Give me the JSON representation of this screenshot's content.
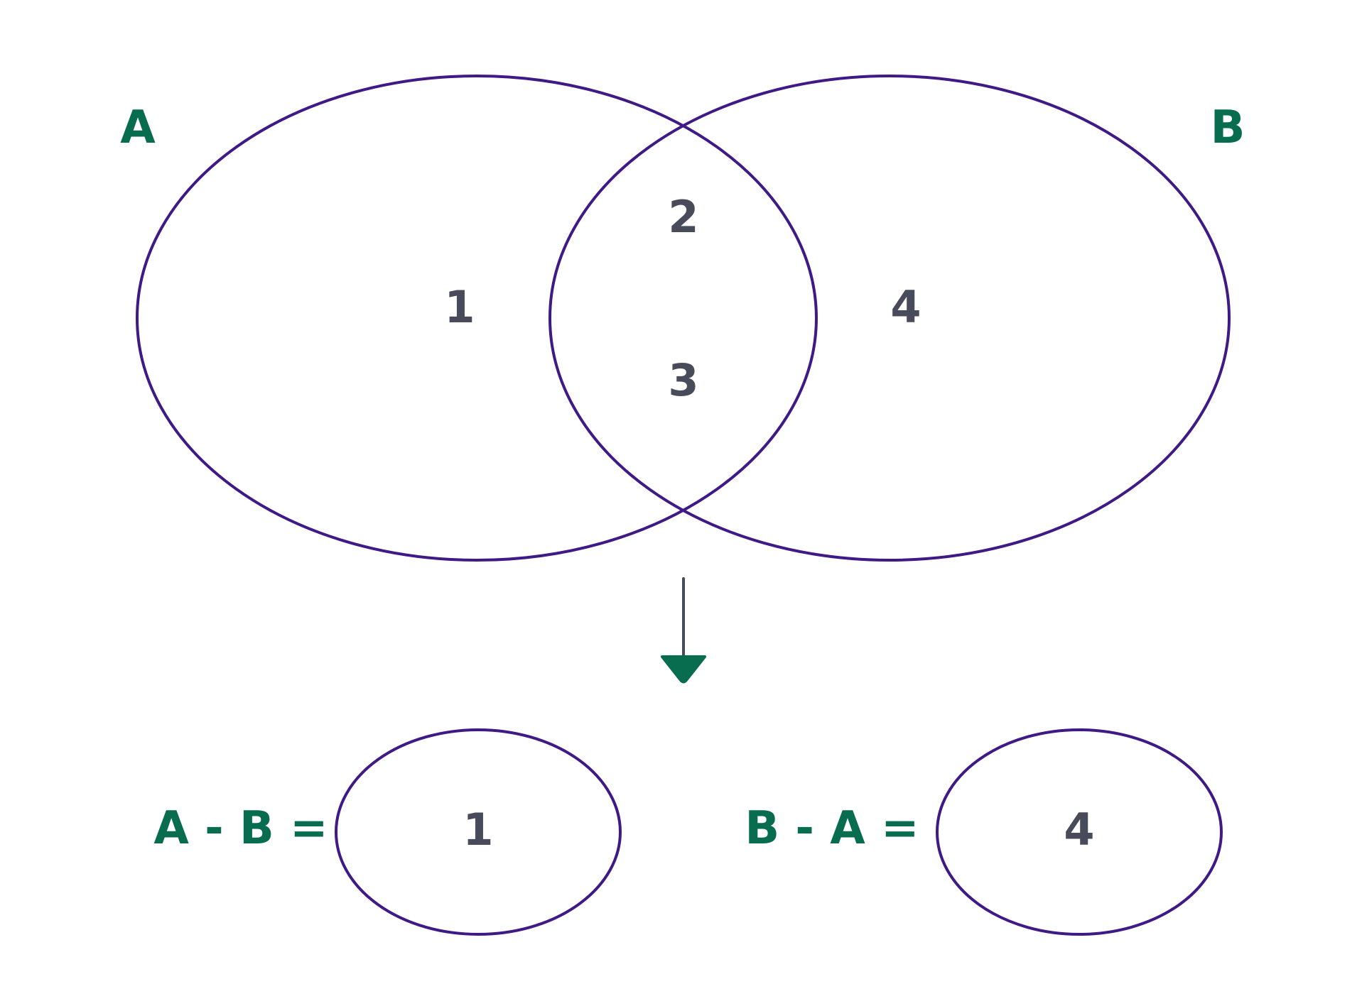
{
  "colors": {
    "outline": "#3f1a86",
    "label": "#086c4e",
    "number": "#474b5a",
    "arrow_stem": "#474b5a",
    "arrow_head": "#086c4e"
  },
  "venn": {
    "set_a_label": "A",
    "set_b_label": "B",
    "region_a_only": "1",
    "region_intersection_top": "2",
    "region_intersection_bottom": "3",
    "region_b_only": "4"
  },
  "results": {
    "a_minus_b": {
      "expression": "A - B =",
      "value": "1"
    },
    "b_minus_a": {
      "expression": "B - A =",
      "value": "4"
    }
  }
}
